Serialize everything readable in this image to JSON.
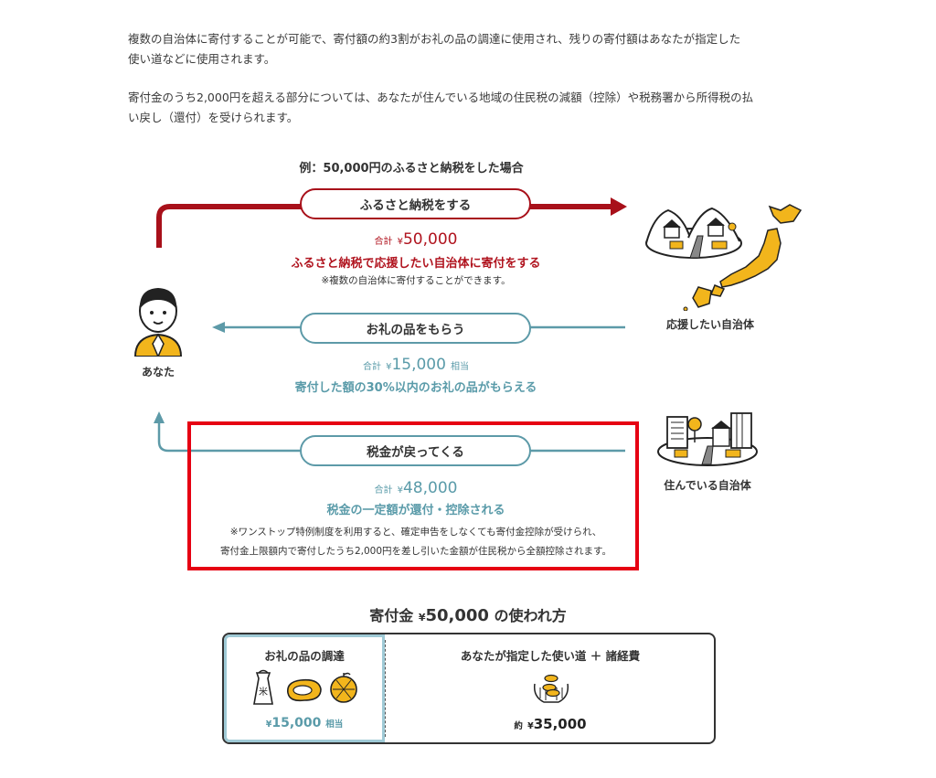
{
  "intro": {
    "p1_line1": "複数の自治体に寄付することが可能で、寄付額の約3割がお礼の品の調達に使用され、残りの寄付額はあなたが指定した",
    "p1_line2": "使い道などに使用されます。",
    "p2_line1": "寄付金のうち2,000円を超える部分については、あなたが住んでいる地域の住民税の減額（控除）や税務署から所得税の払",
    "p2_line2": "い戻し（還付）を受けられます。"
  },
  "diagram": {
    "caption": "例：50,000円のふるさと納税をした場合",
    "you_label": "あなた",
    "support_label": "応援したい自治体",
    "home_label": "住んでいる自治体",
    "flow1": {
      "pill": "ふるさと納税をする",
      "total_prefix": "合計",
      "yen": "¥",
      "amount": "50,000",
      "desc": "ふるさと納税で応援したい自治体に寄付をする",
      "note": "※複数の自治体に寄付することができます。"
    },
    "flow2": {
      "pill": "お礼の品をもらう",
      "total_prefix": "合計",
      "yen": "¥",
      "amount": "15,000",
      "suffix": "相当",
      "desc": "寄付した額の30%以内のお礼の品がもらえる"
    },
    "flow3": {
      "pill": "税金が戻ってくる",
      "total_prefix": "合計",
      "yen": "¥",
      "amount": "48,000",
      "desc": "税金の一定額が還付・控除される",
      "note1": "※ワンストップ特例制度を利用すると、確定申告をしなくても寄付金控除が受けられ、",
      "note2": "寄付金上限額内で寄付したうち2,000円を差し引いた金額が住民税から全額控除されます。"
    }
  },
  "usage": {
    "title_prefix": "寄付金",
    "yen": "¥",
    "amount": "50,000",
    "title_suffix": "の使われ方",
    "left_head": "お礼の品の調達",
    "left_yen": "¥",
    "left_amount": "15,000",
    "left_suffix": "相当",
    "right_head": "あなたが指定した使い道 ＋ 諸経費",
    "right_prefix": "約",
    "right_yen": "¥",
    "right_amount": "35,000"
  },
  "colors": {
    "red": "#a8101a",
    "blue": "#5d9aa8",
    "highlight": "#e60012",
    "yellow": "#f2b51c"
  },
  "icons": [
    "person-icon",
    "japan-map-icon",
    "village-icon",
    "town-icon",
    "rice-bag-icon",
    "meat-icon",
    "melon-icon",
    "coin-hands-icon"
  ]
}
